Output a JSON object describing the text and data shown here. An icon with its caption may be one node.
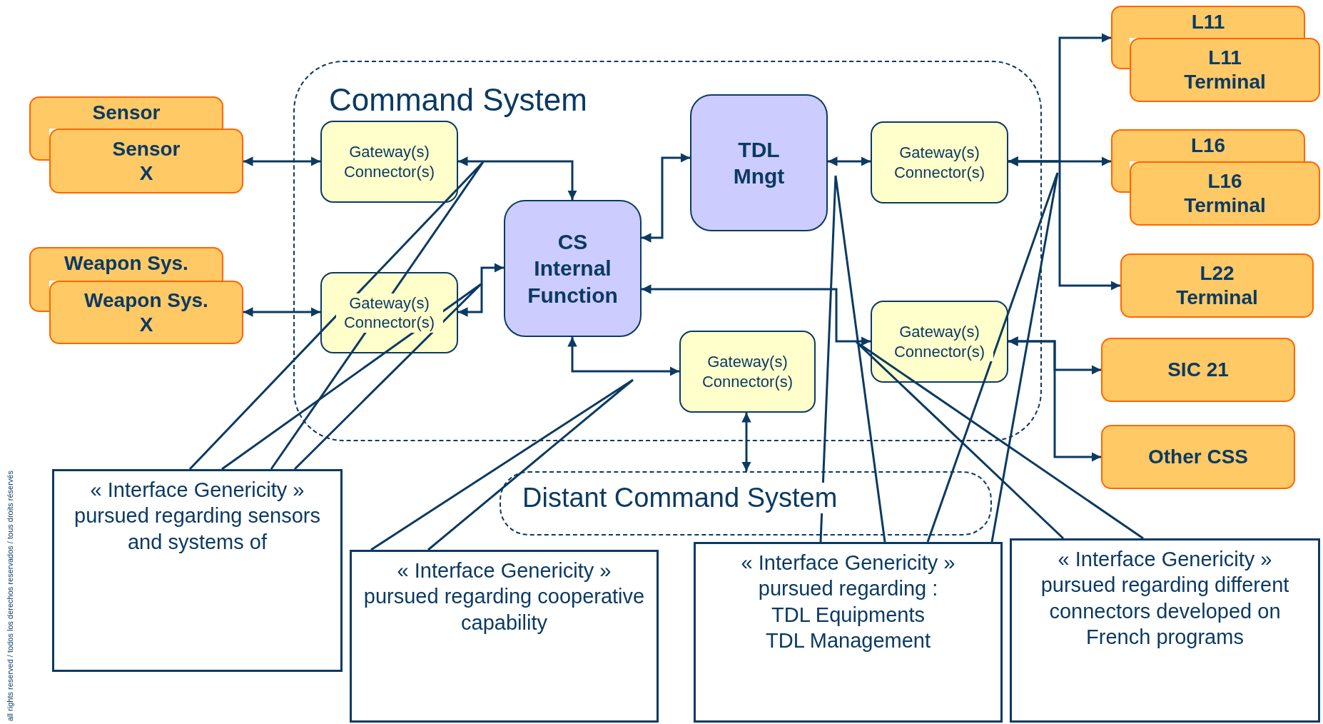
{
  "diagram": {
    "nodes": [
      {
        "text": [
          "Command System"
        ]
      },
      {
        "text": [
          "Gateway(s) Connector(s)"
        ],
        "in": 0
      },
      {
        "text": [
          "Gateway(s) Connector(s)"
        ],
        "in": 0
      },
      {
        "text": [
          "CS Internal Function"
        ],
        "in": 0
      },
      {
        "text": [
          "TDL Mngt"
        ],
        "in": 0
      },
      {
        "text": [
          "Gateway(s) Connector(s)"
        ],
        "in": 0
      },
      {
        "text": [
          "Gateway(s) Connector(s)"
        ],
        "in": 0
      },
      {
        "text": [
          "Gateway(s) Connector(s)"
        ],
        "in": 0
      },
      {
        "text": [
          "Sensor"
        ]
      },
      {
        "text": [
          "Sensor X"
        ]
      },
      {
        "text": [
          "Weapon Sys."
        ]
      },
      {
        "text": [
          "Weapon Sys. X"
        ]
      },
      {
        "text": [
          "L11"
        ]
      },
      {
        "text": [
          "L11 Terminal"
        ]
      },
      {
        "text": [
          "L16"
        ]
      },
      {
        "text": [
          "L16 Terminal"
        ]
      },
      {
        "text": [
          "L22 Terminal"
        ]
      },
      {
        "text": [
          "SIC 21"
        ]
      },
      {
        "text": [
          "Other CSS"
        ]
      },
      {
        "text": [
          "Distant Command System"
        ]
      },
      {
        "text": [
          "« Interface Genericity » pursued regarding sensors and systems of"
        ]
      },
      {
        "text": [
          "« Interface Genericity » pursued regarding cooperative capability"
        ]
      },
      {
        "text": [
          "« Interface Genericity » pursued regarding :",
          "TDL Equipments",
          "TDL Management"
        ]
      },
      {
        "text": [
          "« Interface Genericity » pursued regarding different connectors developed on French programs"
        ]
      }
    ],
    "edges": [
      {
        "from": 9,
        "to": 1,
        "arrow": "both"
      },
      {
        "from": 11,
        "to": 2,
        "arrow": "both"
      },
      {
        "from": 1,
        "to": 3,
        "arrow": "both"
      },
      {
        "from": 2,
        "to": 3,
        "arrow": "both"
      },
      {
        "from": 3,
        "to": 4,
        "arrow": "both"
      },
      {
        "from": 4,
        "to": 5,
        "arrow": "both"
      },
      {
        "from": 3,
        "to": 7,
        "arrow": "both"
      },
      {
        "from": 3,
        "to": 6,
        "arrow": "both"
      },
      {
        "from": 6,
        "to": 19,
        "arrow": "both"
      },
      {
        "from": 5,
        "to": 12,
        "arrow": "both"
      },
      {
        "from": 5,
        "to": 14,
        "arrow": "both"
      },
      {
        "from": 5,
        "to": 16,
        "arrow": "both"
      },
      {
        "from": 7,
        "to": 17,
        "arrow": "both"
      },
      {
        "from": 7,
        "to": 18,
        "arrow": "both"
      },
      {
        "from": 20,
        "to": null,
        "arrow": "none"
      },
      {
        "from": 20,
        "to": null,
        "arrow": "none"
      },
      {
        "from": 21,
        "to": null,
        "arrow": "none"
      },
      {
        "from": 22,
        "to": null,
        "arrow": "none"
      },
      {
        "from": 22,
        "to": null,
        "arrow": "none"
      },
      {
        "from": 23,
        "to": null,
        "arrow": "none"
      }
    ],
    "labels": [
      "all rights reserved / todos los derechos reservados / tous droits réservés"
    ]
  }
}
